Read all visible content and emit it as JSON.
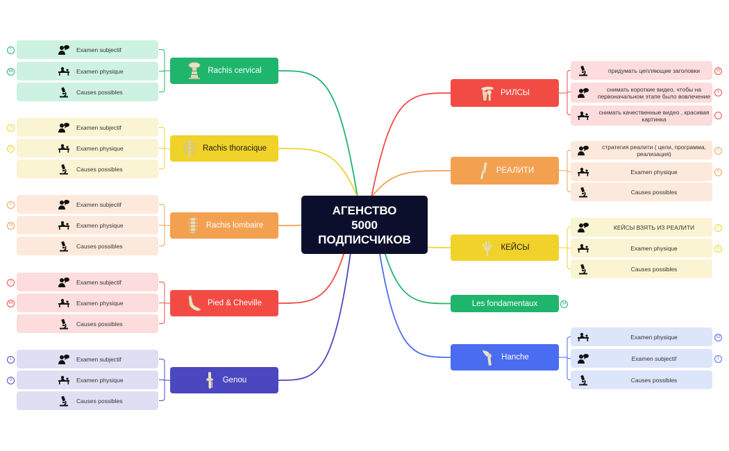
{
  "central": {
    "label": "АГЕНСТВО\n5000\nПОДПИСЧИКОВ"
  },
  "colors": {
    "central": "#0c0f2c",
    "green": "#1fb56d",
    "green_leaf": "#cdf2e2",
    "yellow": "#f0d22a",
    "yellow_leaf": "#fbf4d2",
    "orange": "#f3a151",
    "orange_leaf": "#fde9dc",
    "red": "#f24b44",
    "red_leaf": "#fcdcdc",
    "indigo": "#4b47c0",
    "indigo_leaf": "#dedff3",
    "blue": "#4a6cf0",
    "blue_leaf": "#dde5fb"
  },
  "left_branches": [
    {
      "id": "rachis-cervical",
      "label": "Rachis cervical",
      "color": "green",
      "icon": "cervical-spine-icon",
      "leaves": [
        {
          "label": "Examen subjectif",
          "icon": "person-speech-icon",
          "badge": "1"
        },
        {
          "label": "Examen physique",
          "icon": "exam-table-icon",
          "badge": "88"
        },
        {
          "label": "Causes possibles",
          "icon": "microscope-icon",
          "badge": ""
        }
      ]
    },
    {
      "id": "rachis-thoracique",
      "label": "Rachis thoracique",
      "color": "yellow",
      "icon": "thoracic-spine-icon",
      "leaves": [
        {
          "label": "Examen subjectif",
          "icon": "person-speech-icon",
          "badge": "3"
        },
        {
          "label": "Examen physique",
          "icon": "exam-table-icon",
          "badge": "21"
        },
        {
          "label": "Causes possibles",
          "icon": "microscope-icon",
          "badge": ""
        }
      ]
    },
    {
      "id": "rachis-lombaire",
      "label": "Rachis lombaire",
      "color": "orange",
      "icon": "lumbar-spine-icon",
      "leaves": [
        {
          "label": "Examen subjectif",
          "icon": "person-speech-icon",
          "badge": "1"
        },
        {
          "label": "Examen physique",
          "icon": "exam-table-icon",
          "badge": "24"
        },
        {
          "label": "Causes possibles",
          "icon": "microscope-icon",
          "badge": ""
        }
      ]
    },
    {
      "id": "pied-cheville",
      "label": "Pied & Cheville",
      "color": "red",
      "icon": "foot-bones-icon",
      "leaves": [
        {
          "label": "Examen subjectif",
          "icon": "person-speech-icon",
          "badge": "7"
        },
        {
          "label": "Examen physique",
          "icon": "exam-table-icon",
          "badge": "84"
        },
        {
          "label": "Causes possibles",
          "icon": "microscope-icon",
          "badge": ""
        }
      ]
    },
    {
      "id": "genou",
      "label": "Genou",
      "color": "indigo",
      "icon": "knee-joint-icon",
      "leaves": [
        {
          "label": "Examen subjectif",
          "icon": "person-speech-icon",
          "badge": "1"
        },
        {
          "label": "Examen physique",
          "icon": "exam-table-icon",
          "badge": "9"
        },
        {
          "label": "Causes possibles",
          "icon": "microscope-icon",
          "badge": ""
        }
      ]
    }
  ],
  "right_branches": [
    {
      "id": "rilsy",
      "label": "РИЛСЫ",
      "color": "red",
      "icon": "shoulder-joint-icon",
      "leaves": [
        {
          "label": "придумать цепляющие заголовки",
          "icon": "microscope-icon",
          "badge": "25"
        },
        {
          "label": "снимать короткие видео,  чтобы на первоначальном этапе было вовлечение",
          "icon": "person-speech-icon",
          "badge": "1"
        },
        {
          "label": "снимать качественные видео ,  красивая картинка",
          "icon": "exam-table-icon",
          "badge": ""
        }
      ]
    },
    {
      "id": "realiti",
      "label": "РЕАЛИТИ",
      "color": "orange",
      "icon": "arm-bones-icon",
      "leaves": [
        {
          "label": "стратегия реалити ( цели,  программа, реализация)",
          "icon": "person-speech-icon",
          "badge": "1"
        },
        {
          "label": "Examen physique",
          "icon": "exam-table-icon",
          "badge": "9"
        },
        {
          "label": "Causes possibles",
          "icon": "microscope-icon",
          "badge": ""
        }
      ]
    },
    {
      "id": "keisy",
      "label": "КЕЙСЫ",
      "color": "yellow",
      "icon": "hand-bones-icon",
      "leaves": [
        {
          "label": "КЕЙСЫ ВЗЯТЬ ИЗ РЕАЛИТИ",
          "icon": "person-speech-icon",
          "badge": "1"
        },
        {
          "label": "Examen physique",
          "icon": "exam-table-icon",
          "badge": "8"
        },
        {
          "label": "Causes possibles",
          "icon": "microscope-icon",
          "badge": ""
        }
      ]
    },
    {
      "id": "fondamentaux",
      "label": "Les fondamentaux",
      "color": "green",
      "icon": "",
      "badge": "24",
      "leaves": []
    },
    {
      "id": "hanche",
      "label": "Hanche",
      "color": "blue",
      "icon": "hip-joint-icon",
      "leaves": [
        {
          "label": "Examen physique",
          "icon": "exam-table-icon",
          "badge": "63"
        },
        {
          "label": "Examen subjectif",
          "icon": "person-speech-icon",
          "badge": "1"
        },
        {
          "label": "Causes possibles",
          "icon": "microscope-icon",
          "badge": ""
        }
      ]
    }
  ]
}
